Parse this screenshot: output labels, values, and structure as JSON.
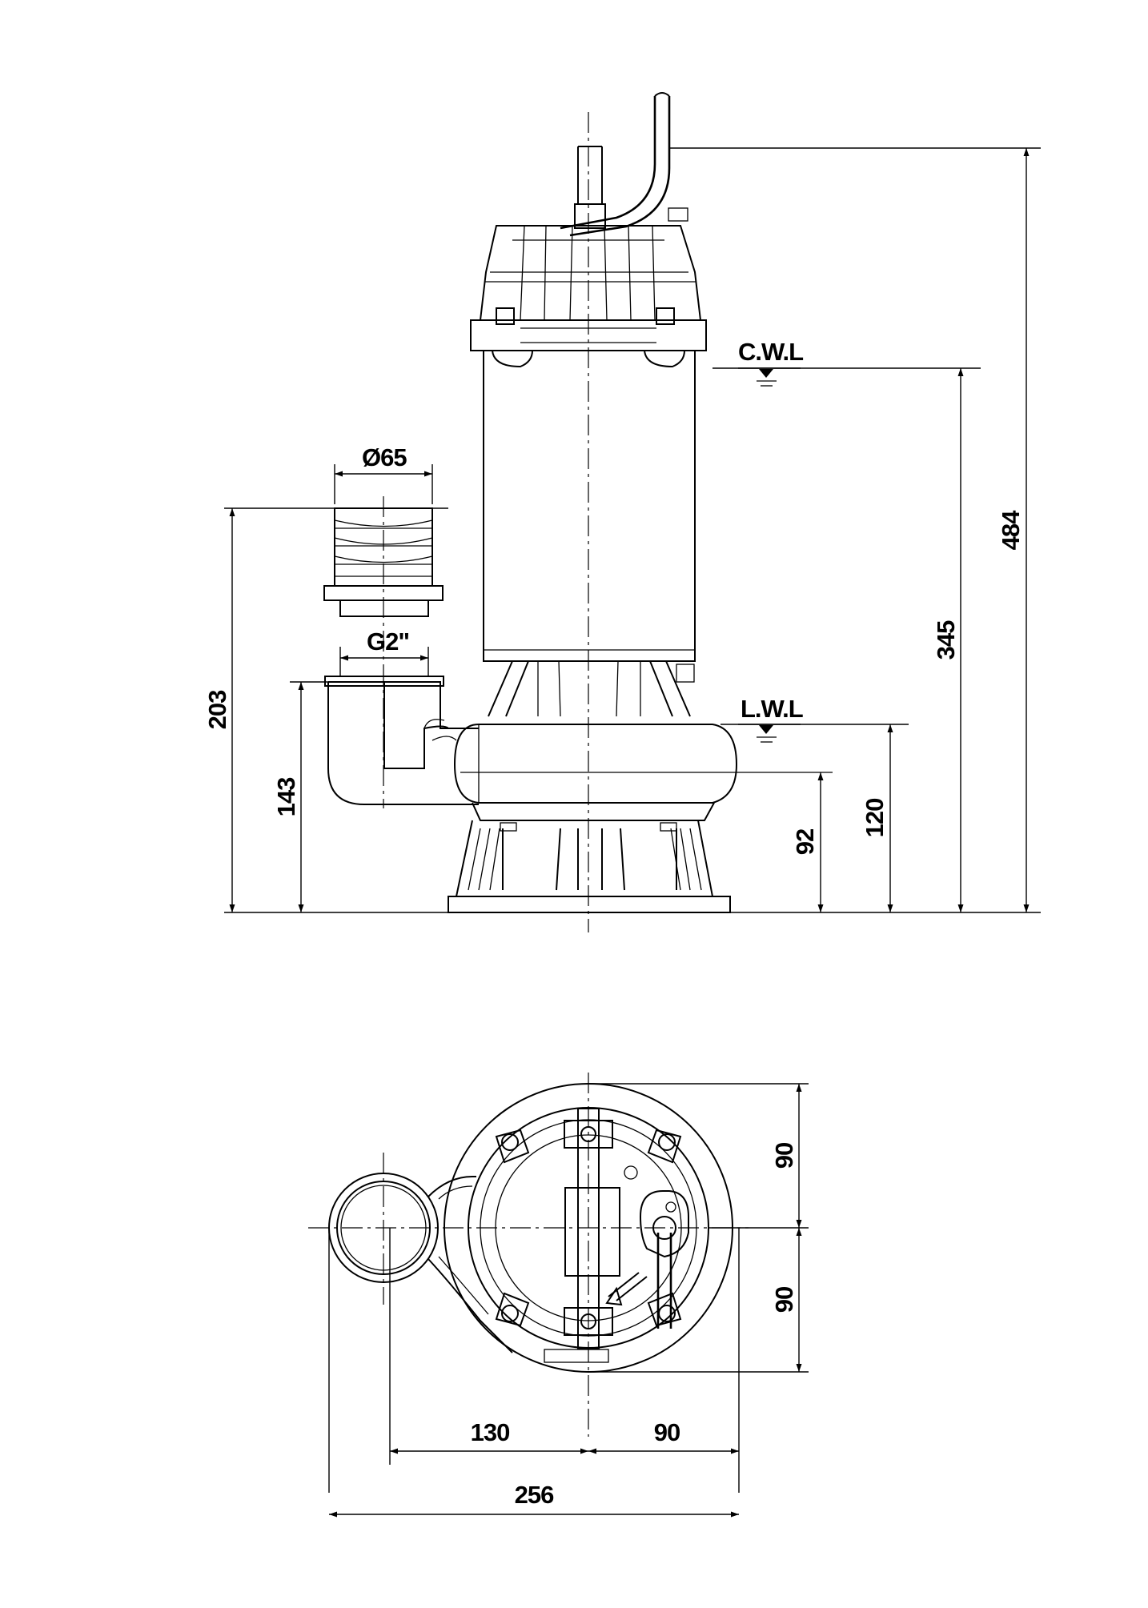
{
  "side_view": {
    "water_levels": {
      "cwl": "C.W.L",
      "lwl": "L.W.L"
    },
    "outlet": {
      "diameter": "Ø65",
      "thread": "G2\""
    },
    "dimensions": {
      "total_height": "484",
      "cwl_height": "345",
      "lwl_height": "120",
      "outlet_center_height": "92",
      "hose_top_height": "203",
      "elbow_top_height": "143"
    }
  },
  "top_view": {
    "dimensions": {
      "upper_half": "90",
      "lower_half": "90",
      "left_offset": "130",
      "right_offset": "90",
      "total_width": "256"
    }
  }
}
